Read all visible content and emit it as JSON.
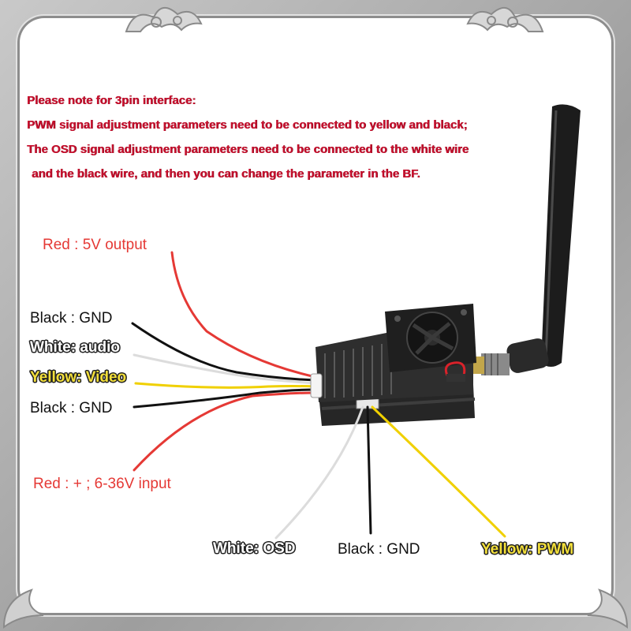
{
  "note": {
    "lines": [
      "Please note for 3pin interface:",
      "PWM signal adjustment parameters need to be connected to yellow and black;",
      "The OSD signal adjustment parameters need to be connected to the white wire",
      "and the black wire, and then you can change the parameter in the BF."
    ]
  },
  "wire_labels": {
    "red_5v": "Red : 5V output",
    "black_gnd_1": "Black :  GND",
    "white_audio": "White: audio",
    "yellow_video": "Yellow: Video",
    "black_gnd_2": "Black :  GND",
    "red_input": "Red : +  ; 6-36V input",
    "white_osd": "White: OSD",
    "black_gnd_3": "Black :  GND",
    "yellow_pwm": "Yellow: PWM"
  },
  "colors": {
    "note_text": "#c8102e",
    "wire_red": "#e53935",
    "wire_black": "#111111",
    "wire_white": "#f2f2f2",
    "wire_yellow": "#f0d000"
  }
}
